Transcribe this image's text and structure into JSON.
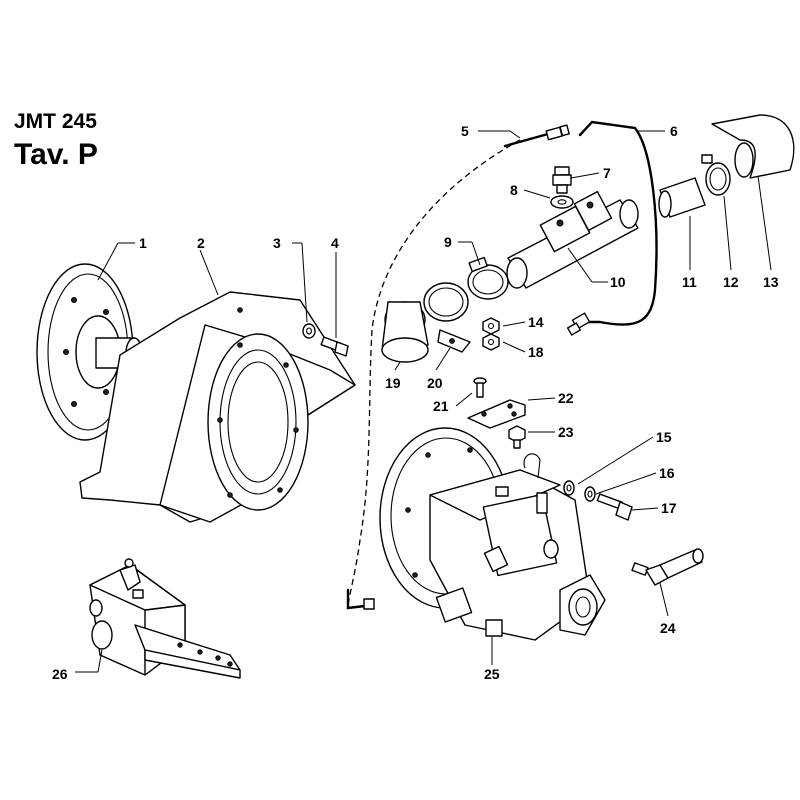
{
  "header": {
    "model": "JMT 245",
    "table": "Tav. P"
  },
  "callouts": [
    {
      "label": "1"
    },
    {
      "label": "2"
    },
    {
      "label": "3"
    },
    {
      "label": "4"
    },
    {
      "label": "5"
    },
    {
      "label": "6"
    },
    {
      "label": "7"
    },
    {
      "label": "8"
    },
    {
      "label": "9"
    },
    {
      "label": "10"
    },
    {
      "label": "11"
    },
    {
      "label": "12"
    },
    {
      "label": "13"
    },
    {
      "label": "14"
    },
    {
      "label": "15"
    },
    {
      "label": "16"
    },
    {
      "label": "17"
    },
    {
      "label": "18"
    },
    {
      "label": "19"
    },
    {
      "label": "20"
    },
    {
      "label": "21"
    },
    {
      "label": "22"
    },
    {
      "label": "23"
    },
    {
      "label": "24"
    },
    {
      "label": "25"
    },
    {
      "label": "26"
    }
  ]
}
